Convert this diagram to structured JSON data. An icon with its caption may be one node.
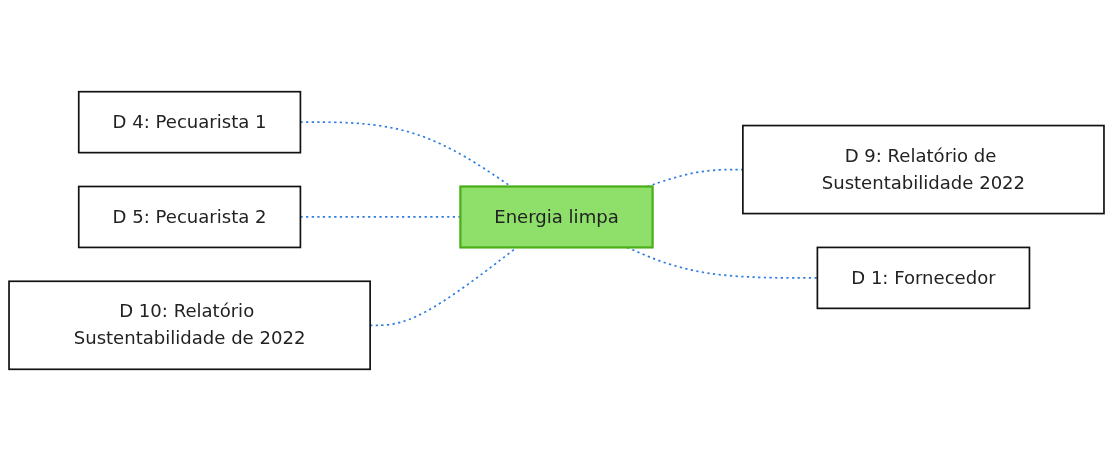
{
  "diagram": {
    "nodes": [
      {
        "text": [
          "Energia limpa"
        ]
      },
      {
        "text": [
          "D 4: Pecuarista 1"
        ]
      },
      {
        "text": [
          "D 5: Pecuarista 2"
        ]
      },
      {
        "text": [
          "D 10: Relatório Sustentabilidade de 2022"
        ]
      },
      {
        "text": [
          "D 9: Relatório de Sustentabilidade 2022"
        ]
      },
      {
        "text": [
          "D 1: Fornecedor"
        ]
      }
    ],
    "edges": [
      {
        "from": 1,
        "to": 0,
        "arrow": "none",
        "style": "dashed"
      },
      {
        "from": 2,
        "to": 0,
        "arrow": "none",
        "style": "dashed"
      },
      {
        "from": 3,
        "to": 0,
        "arrow": "none",
        "style": "dashed"
      },
      {
        "from": 0,
        "to": 4,
        "arrow": "none",
        "style": "dashed"
      },
      {
        "from": 0,
        "to": 5,
        "arrow": "none",
        "style": "dashed"
      }
    ]
  }
}
